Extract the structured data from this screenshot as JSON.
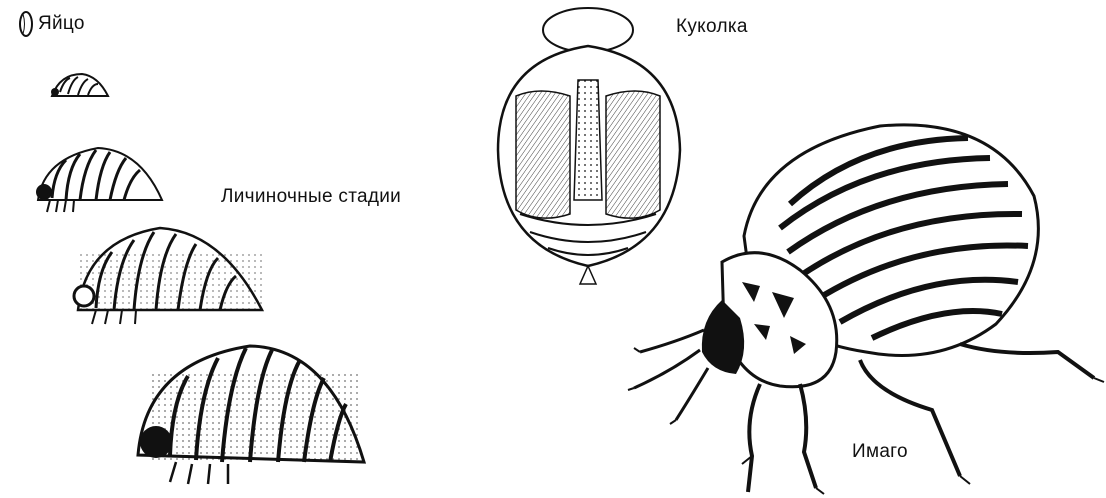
{
  "labels": {
    "egg": "Яйцо",
    "larval_stages": "Личиночные стадии",
    "pupa": "Куколка",
    "adult": "Имаго"
  },
  "colors": {
    "ink": "#111111",
    "paper": "#ffffff",
    "shade": "#cfcfcf"
  },
  "illustrations": [
    {
      "name": "egg-illustration",
      "depicts": "egg"
    },
    {
      "name": "larva-instar-1",
      "depicts": "larva"
    },
    {
      "name": "larva-instar-2",
      "depicts": "larva"
    },
    {
      "name": "larva-instar-3",
      "depicts": "larva"
    },
    {
      "name": "larva-instar-4",
      "depicts": "larva"
    },
    {
      "name": "pupa-illustration",
      "depicts": "pupa"
    },
    {
      "name": "adult-beetle-illustration",
      "depicts": "adult beetle"
    }
  ]
}
